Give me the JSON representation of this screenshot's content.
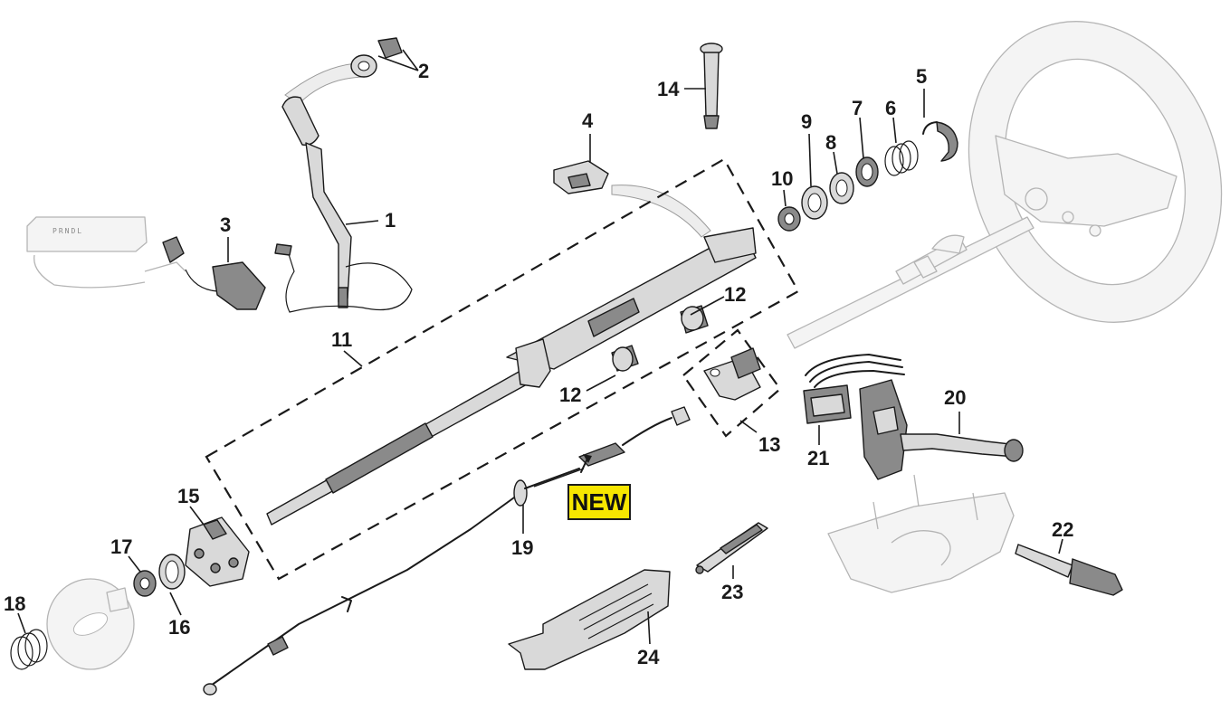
{
  "badge": {
    "label": "NEW",
    "color": "#f7e600"
  },
  "shifter_indicator": {
    "text": "PRNDL"
  },
  "callouts": [
    {
      "id": "1",
      "label": "1"
    },
    {
      "id": "2",
      "label": "2"
    },
    {
      "id": "3",
      "label": "3"
    },
    {
      "id": "4",
      "label": "4"
    },
    {
      "id": "5",
      "label": "5"
    },
    {
      "id": "6",
      "label": "6"
    },
    {
      "id": "7",
      "label": "7"
    },
    {
      "id": "8",
      "label": "8"
    },
    {
      "id": "9",
      "label": "9"
    },
    {
      "id": "10",
      "label": "10"
    },
    {
      "id": "11",
      "label": "11"
    },
    {
      "id": "12a",
      "label": "12"
    },
    {
      "id": "12b",
      "label": "12"
    },
    {
      "id": "13",
      "label": "13"
    },
    {
      "id": "14",
      "label": "14"
    },
    {
      "id": "15",
      "label": "15"
    },
    {
      "id": "16",
      "label": "16"
    },
    {
      "id": "17",
      "label": "17"
    },
    {
      "id": "18",
      "label": "18"
    },
    {
      "id": "19",
      "label": "19"
    },
    {
      "id": "20",
      "label": "20"
    },
    {
      "id": "21",
      "label": "21"
    },
    {
      "id": "22",
      "label": "22"
    },
    {
      "id": "23",
      "label": "23"
    },
    {
      "id": "24",
      "label": "24"
    }
  ],
  "colors": {
    "line": "#1a1a1a",
    "part": "#d9d9d9",
    "ghost": "#b5b5b5"
  }
}
